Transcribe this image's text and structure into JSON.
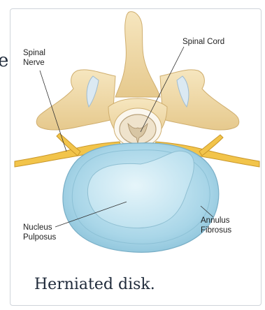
{
  "edge_fragment": "e",
  "labels": {
    "spinal_nerve": [
      "Spinal",
      "Nerve"
    ],
    "spinal_cord": "Spinal Cord",
    "nucleus_pulposus": [
      "Nucleus",
      "Pulposus"
    ],
    "annulus_fibrosus": [
      "Annulus",
      "Fibrosus"
    ]
  },
  "caption": "Herniated disk.",
  "colors": {
    "bone": "#f1dcab",
    "bone_shadow": "#d9bb7c",
    "nerve": "#f2c44a",
    "disk_outer": "#9fd0e2",
    "disk_inner": "#cce8f3",
    "cartilage": "#cfe3ef",
    "cord": "#efe6d4"
  }
}
